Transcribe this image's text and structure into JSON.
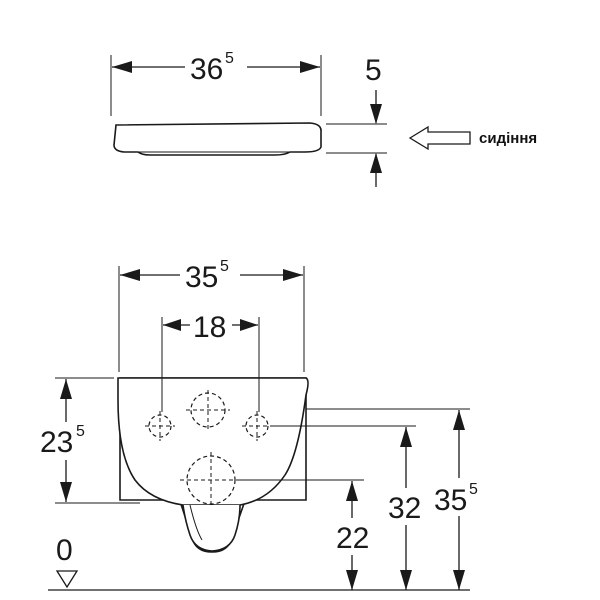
{
  "seat": {
    "width": {
      "main": "36",
      "sup": "5"
    },
    "thickness": "5",
    "label": "сидіння"
  },
  "bowl": {
    "width": {
      "main": "35",
      "sup": "5"
    },
    "fixing_spacing": "18",
    "depth": {
      "main": "23",
      "sup": "5"
    },
    "outlet_height": "22",
    "inlet_height": "32",
    "top_height": {
      "main": "35",
      "sup": "5"
    },
    "floor_level": "0"
  }
}
